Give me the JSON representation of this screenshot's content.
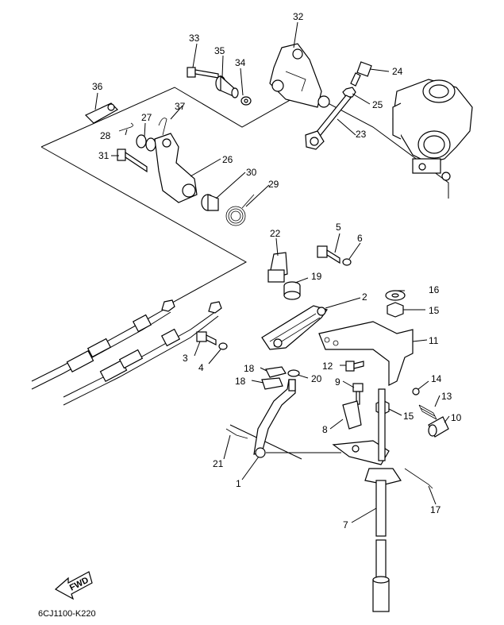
{
  "diagram": {
    "callouts": [
      "1",
      "2",
      "3",
      "4",
      "5",
      "6",
      "7",
      "8",
      "9",
      "10",
      "11",
      "12",
      "13",
      "14",
      "15",
      "15",
      "16",
      "17",
      "18",
      "18",
      "19",
      "20",
      "21",
      "22",
      "23",
      "24",
      "25",
      "26",
      "27",
      "28",
      "29",
      "30",
      "31",
      "32",
      "33",
      "34",
      "35",
      "36",
      "37"
    ],
    "fwd_label": "FWD",
    "code": "6CJ1100-K220"
  }
}
